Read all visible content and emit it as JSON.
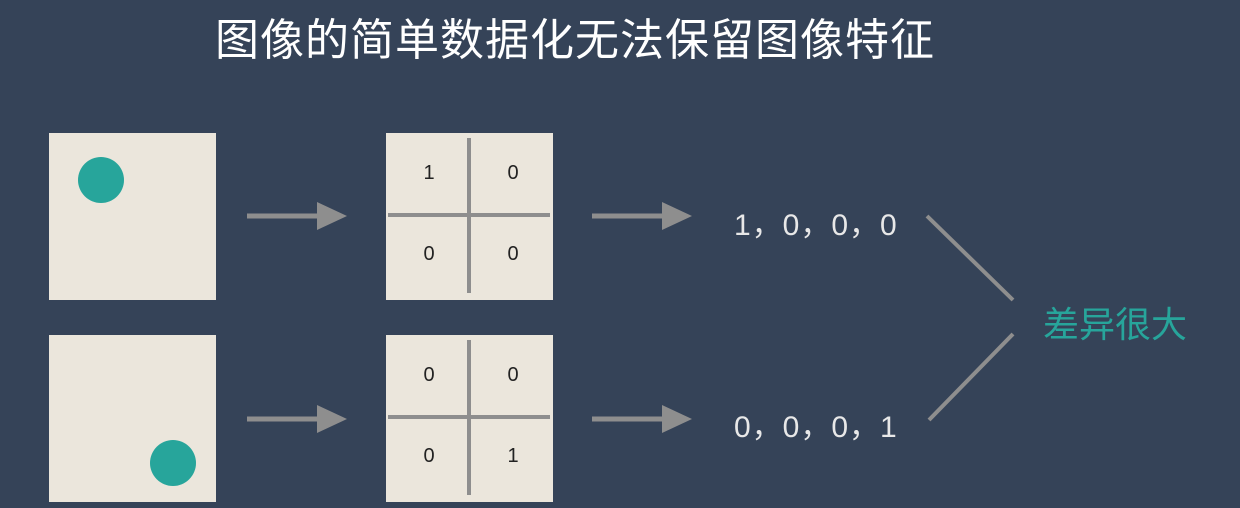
{
  "title": "图像的简单数据化无法保留图像特征",
  "colors": {
    "background": "#354358",
    "panel": "#ebe6dc",
    "dot": "#27a59b",
    "accent_text": "#27a59b",
    "lines": "#8e8e8e"
  },
  "rows": [
    {
      "dot_position": "top-left",
      "grid": {
        "top_left": "1",
        "top_right": "0",
        "bottom_left": "0",
        "bottom_right": "0"
      },
      "vector": "1，0，0，0"
    },
    {
      "dot_position": "bottom-right",
      "grid": {
        "top_left": "0",
        "top_right": "0",
        "bottom_left": "0",
        "bottom_right": "1"
      },
      "vector": "0，0，0，1"
    }
  ],
  "result_label": "差异很大"
}
